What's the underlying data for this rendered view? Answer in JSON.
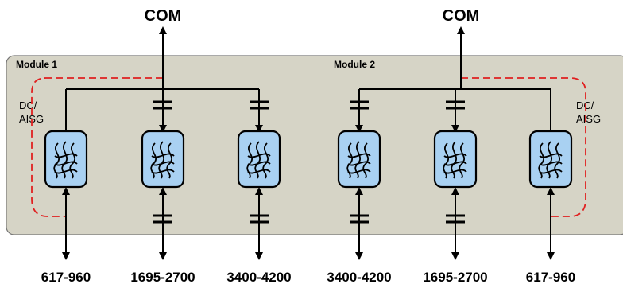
{
  "modules": [
    {
      "label": "Module 1",
      "dc_label_line1": "DC/",
      "dc_label_line2": "AISG",
      "com_label": "COM",
      "bands": [
        "617-960",
        "1695-2700",
        "3400-4200"
      ]
    },
    {
      "label": "Module 2",
      "dc_label_line1": "DC/",
      "dc_label_line2": "AISG",
      "com_label": "COM",
      "bands": [
        "3400-4200",
        "1695-2700",
        "617-960"
      ]
    }
  ],
  "colors": {
    "module_fill": "#d6d4c6",
    "filter_fill": "#a9d1f2",
    "dc_path": "#e02020",
    "line": "#000000"
  },
  "icons": [
    "filter-icon",
    "capacitor-icon",
    "arrow-icon"
  ]
}
